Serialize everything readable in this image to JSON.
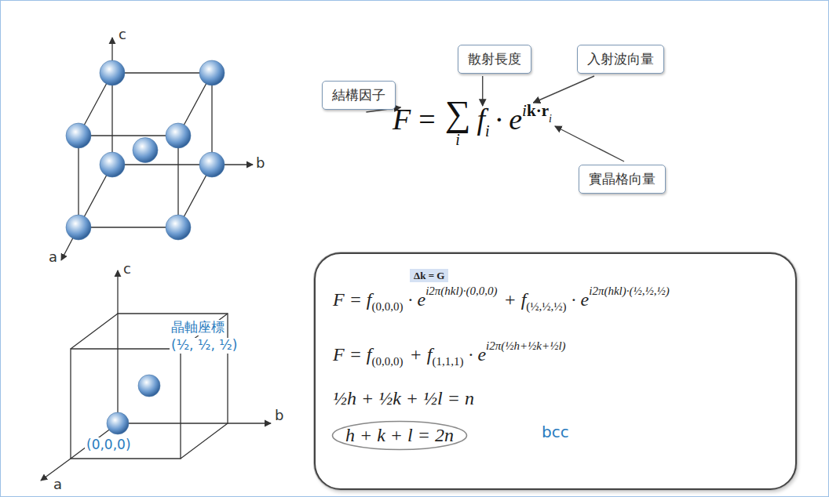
{
  "diagram": {
    "nodes": [
      {
        "text": [
          "結構因子"
        ]
      },
      {
        "text": [
          "散射長度"
        ]
      },
      {
        "text": [
          "入射波向量"
        ]
      },
      {
        "text": [
          "實晶格向量"
        ]
      },
      {
        "text": [
          "Δk = G",
          "F = f",
          "(0,0,0)",
          "· e",
          "i2π(hkl)·(0,0,0)",
          "+ f",
          "(½,½,½)",
          "· e",
          "i2π(hkl)·(½,½,½)",
          "F = f",
          "(0,0,0)",
          "+ f",
          "(1,1,1)",
          "· e",
          "i2π(½h+½k+½l)",
          "½h + ½k + ½l = n"
        ]
      },
      {
        "text": [
          "h + k + l = 2n"
        ],
        "in": 4
      }
    ],
    "labels": [
      "c",
      "b",
      "a",
      "c",
      "b",
      "a",
      "晶軸座標",
      "(½, ½, ½)",
      "(0,0,0)",
      "F",
      "=",
      "∑",
      "i",
      "f",
      "i",
      "·",
      "e",
      "i",
      "k·r",
      "i",
      "bcc"
    ]
  }
}
